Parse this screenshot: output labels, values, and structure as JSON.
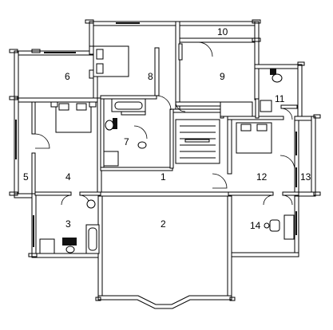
{
  "plan": {
    "rooms": [
      {
        "number": "1"
      },
      {
        "number": "2"
      },
      {
        "number": "3"
      },
      {
        "number": "4"
      },
      {
        "number": "5"
      },
      {
        "number": "6"
      },
      {
        "number": "7"
      },
      {
        "number": "8"
      },
      {
        "number": "9"
      },
      {
        "number": "10"
      },
      {
        "number": "11"
      },
      {
        "number": "12"
      },
      {
        "number": "13"
      },
      {
        "number": "14"
      }
    ]
  }
}
